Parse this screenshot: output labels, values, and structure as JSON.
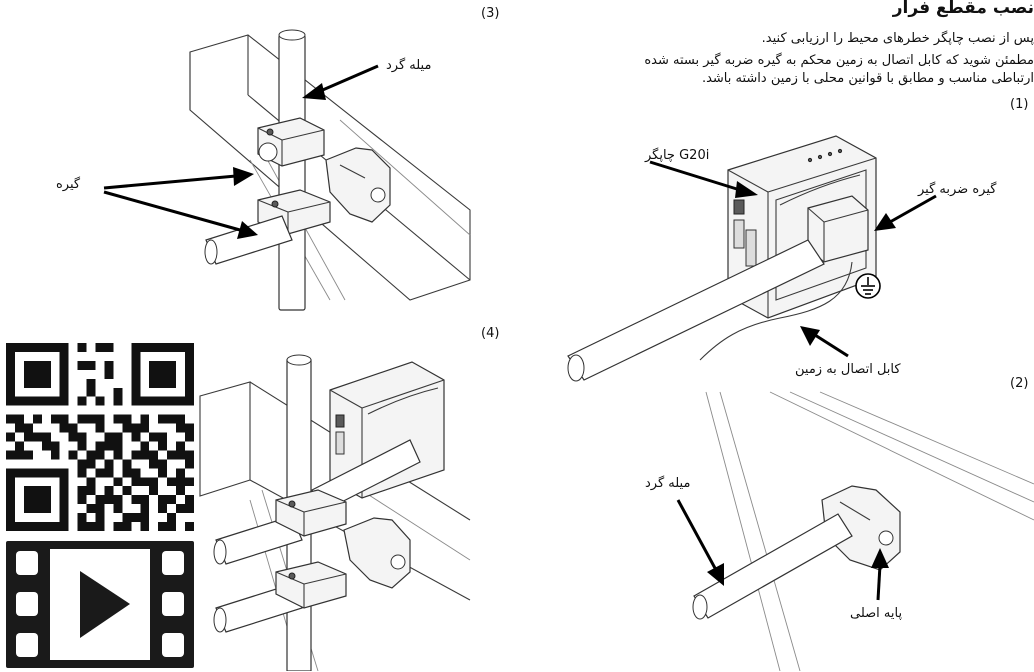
{
  "header": {
    "title": "نصب مقطع فرار",
    "line1": "پس از نصب چاپگر خطرهای محیط را ارزیابی کنید.",
    "line2": "مطمئن شوید که کابل اتصال به زمین محکم به گیره ضربه گیر بسته شده",
    "line3": "ارتباطی مناسب و مطابق با قوانین محلی با زمین داشته باشد."
  },
  "steps": {
    "s1": "(1)",
    "s2": "(2)",
    "s3": "(3)",
    "s4": "(4)"
  },
  "labels": {
    "round_rod_top": "میله گرد",
    "clamp": "گیره",
    "printer": "چاپگر G20i",
    "surge_clamp": "گیره ضربه گیر",
    "ground_cable": "کابل اتصال به زمین",
    "round_rod_bottom": "میله گرد",
    "main_base": "پایه اصلی"
  },
  "icons": {
    "qr": "qr-code-icon",
    "video": "video-play-icon",
    "ground": "ground-symbol-icon"
  }
}
